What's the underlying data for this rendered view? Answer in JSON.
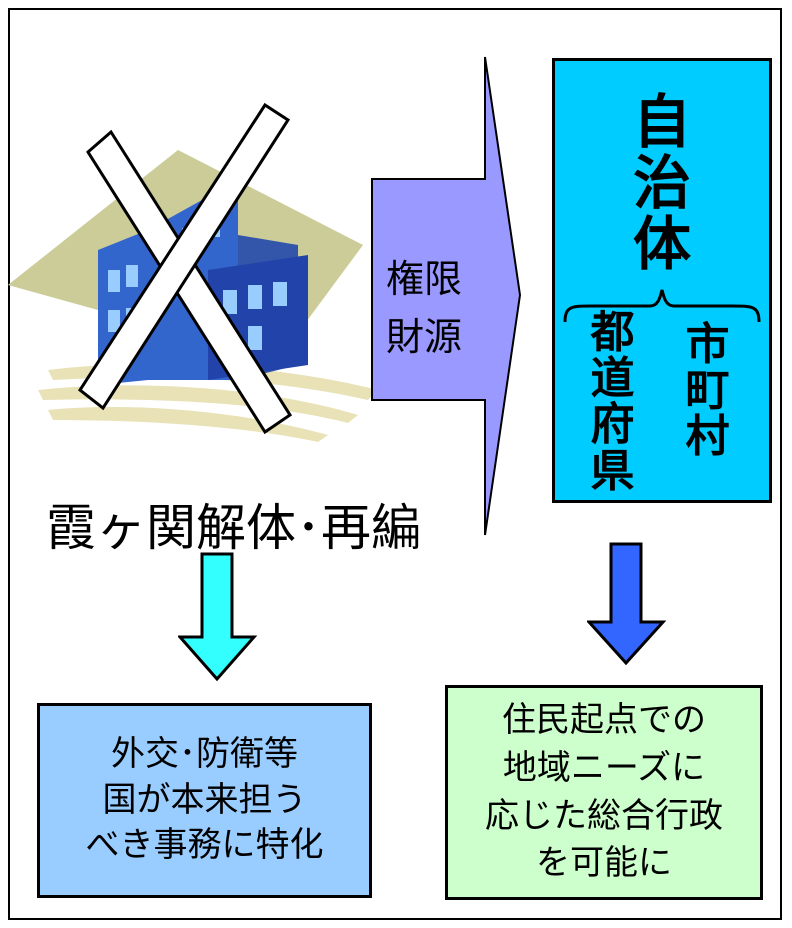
{
  "transfer_arrow": {
    "line1": "権限",
    "line2": "財源"
  },
  "municipality_box": {
    "title": [
      "自",
      "治",
      "体"
    ],
    "left_group": [
      "都",
      "道",
      "府",
      "県"
    ],
    "right_group": [
      "市",
      "町",
      "村"
    ]
  },
  "kasumigaseki_label": "霞ヶ関解体･再編",
  "national_box": {
    "line1": "外交･防衛等",
    "line2": "国が本来担う",
    "line3": "べき事務に特化"
  },
  "local_box": {
    "line1": "住民起点での",
    "line2": "地域ニーズに",
    "line3": "応じた総合行政",
    "line4": "を可能に"
  },
  "colors": {
    "transfer_arrow_fill": "#9999ff",
    "municipality_box_fill": "#00ccff",
    "left_down_arrow_fill": "#33ffff",
    "right_down_arrow_fill": "#3366ff",
    "national_box_fill": "#99ccff",
    "local_box_fill": "#ccffcc"
  }
}
